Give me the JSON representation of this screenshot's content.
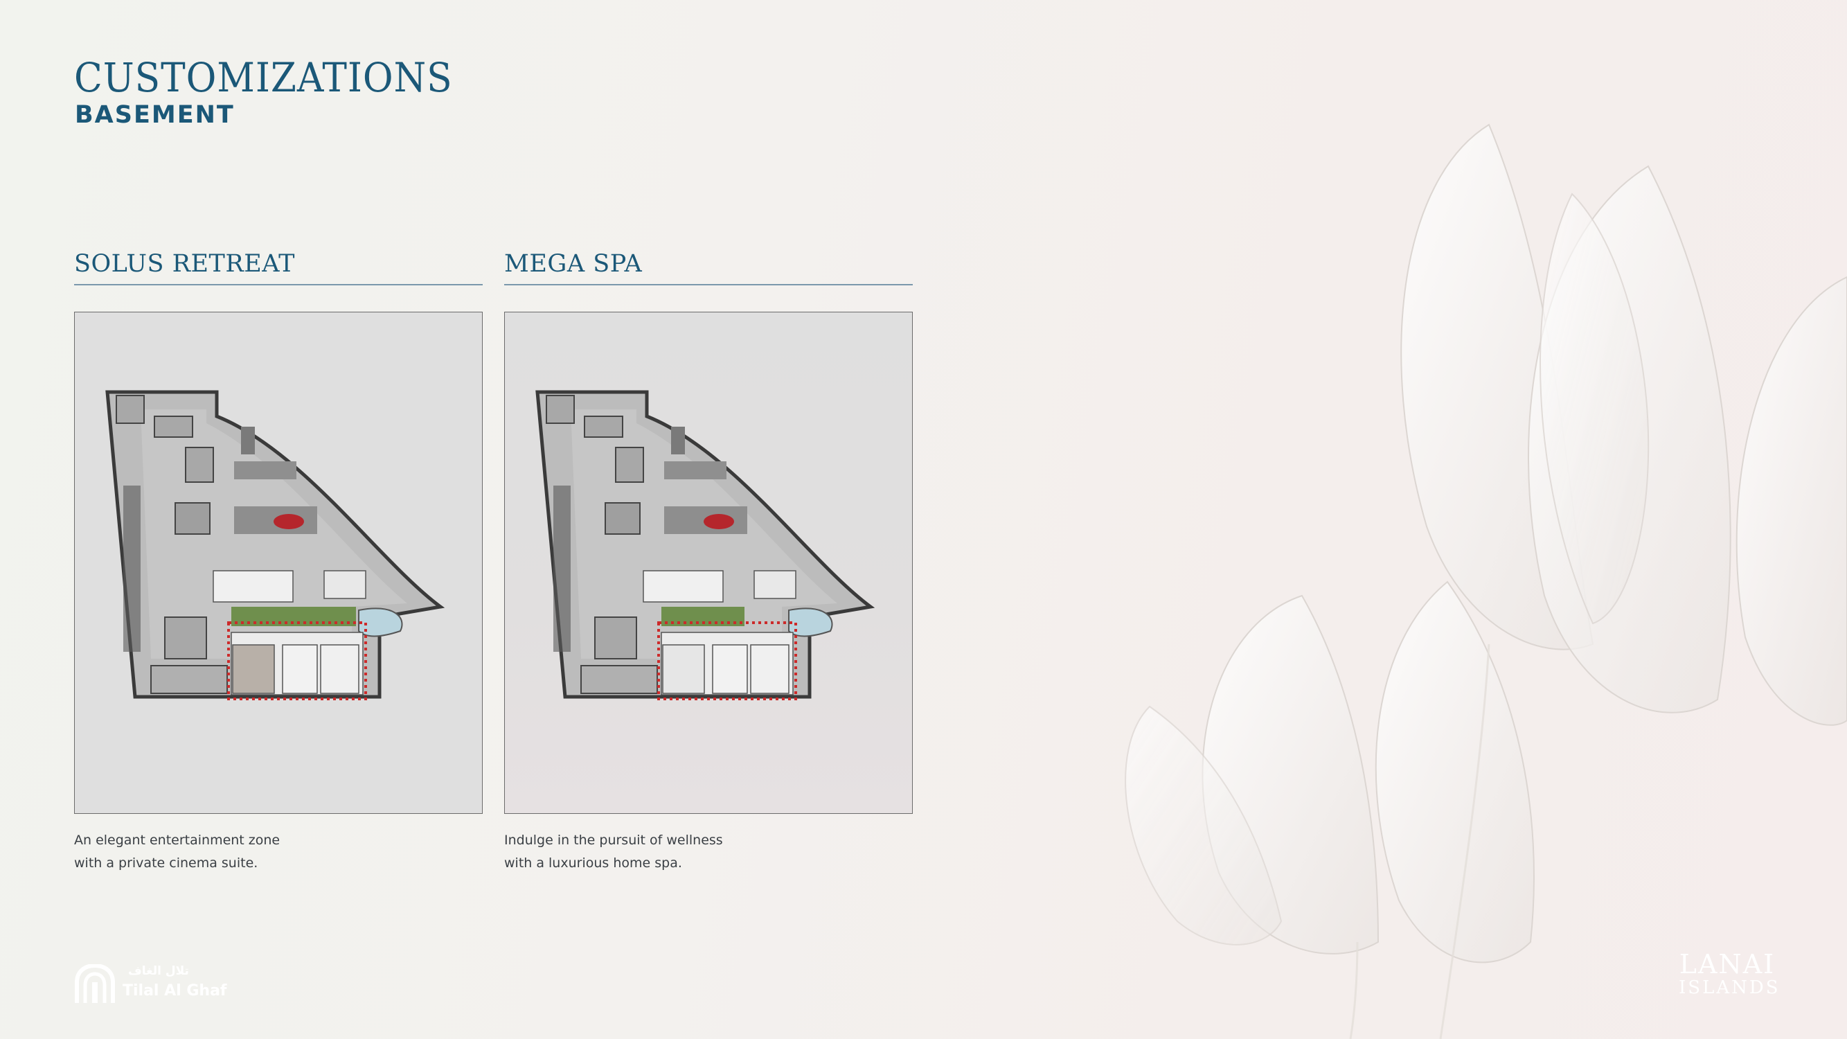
{
  "header": {
    "title": "CUSTOMIZATIONS",
    "subtitle": "BASEMENT"
  },
  "options": [
    {
      "name": "SOLUS RETREAT",
      "caption_line1": "An elegant entertainment zone",
      "caption_line2": "with a private cinema suite."
    },
    {
      "name": "MEGA SPA",
      "caption_line1": "Indulge in the pursuit of wellness",
      "caption_line2": "with a luxurious home spa."
    }
  ],
  "footer": {
    "developer_logo_arabic": "تلال الغاف",
    "developer_logo_english": "Tilal Al Ghaf",
    "project_logo_line1": "LANAI",
    "project_logo_line2": "ISLANDS"
  },
  "colors": {
    "brand_blue": "#1b5878",
    "highlight_dashed": "#cc2a2a",
    "lawn_green": "#6f8f4d",
    "pool_blue": "#b9d4de"
  }
}
